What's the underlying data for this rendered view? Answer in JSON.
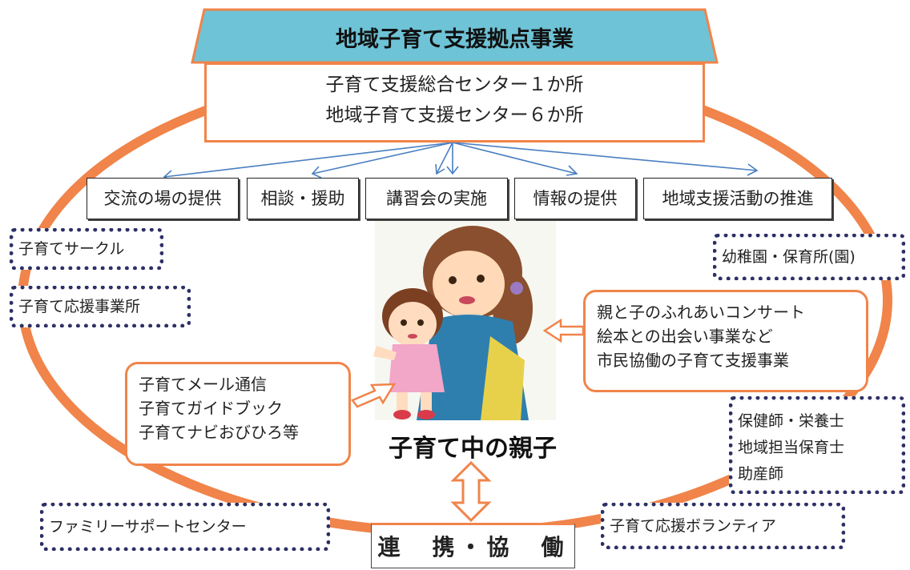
{
  "banner": {
    "title": "地域子育て支援拠点事業"
  },
  "center_box": {
    "line1": "子育て支援総合センター１か所",
    "line2": "地域子育て支援センター６か所"
  },
  "services": [
    "交流の場の提供",
    "相談・援助",
    "講習会の実施",
    "情報の提供",
    "地域支援活動の推進"
  ],
  "left_dotted": {
    "circle": "子育てサークル",
    "office": "子育て応援事業所",
    "family_support": "ファミリーサポートセンター"
  },
  "right_dotted": {
    "nursery": "幼稚園・保育所(園)",
    "staff": [
      "保健師・栄養士",
      "地域担当保育士",
      "助産師"
    ],
    "volunteer": "子育て応援ボランティア"
  },
  "right_rounded": [
    "親と子のふれあいコンサート",
    "絵本との出会い事業など",
    "市民協働の子育て支援事業"
  ],
  "left_rounded": [
    "子育てメール通信",
    "子育てガイドブック",
    "子育てナビおびひろ等"
  ],
  "center_label": "子育て中の親子",
  "bottom_label": "連　携・協　働",
  "colors": {
    "ellipse": "#f0844a",
    "banner_fill": "#6ec3d6",
    "dotted_border": "#2d3066",
    "arrow_blue": "#4a7fc0"
  }
}
